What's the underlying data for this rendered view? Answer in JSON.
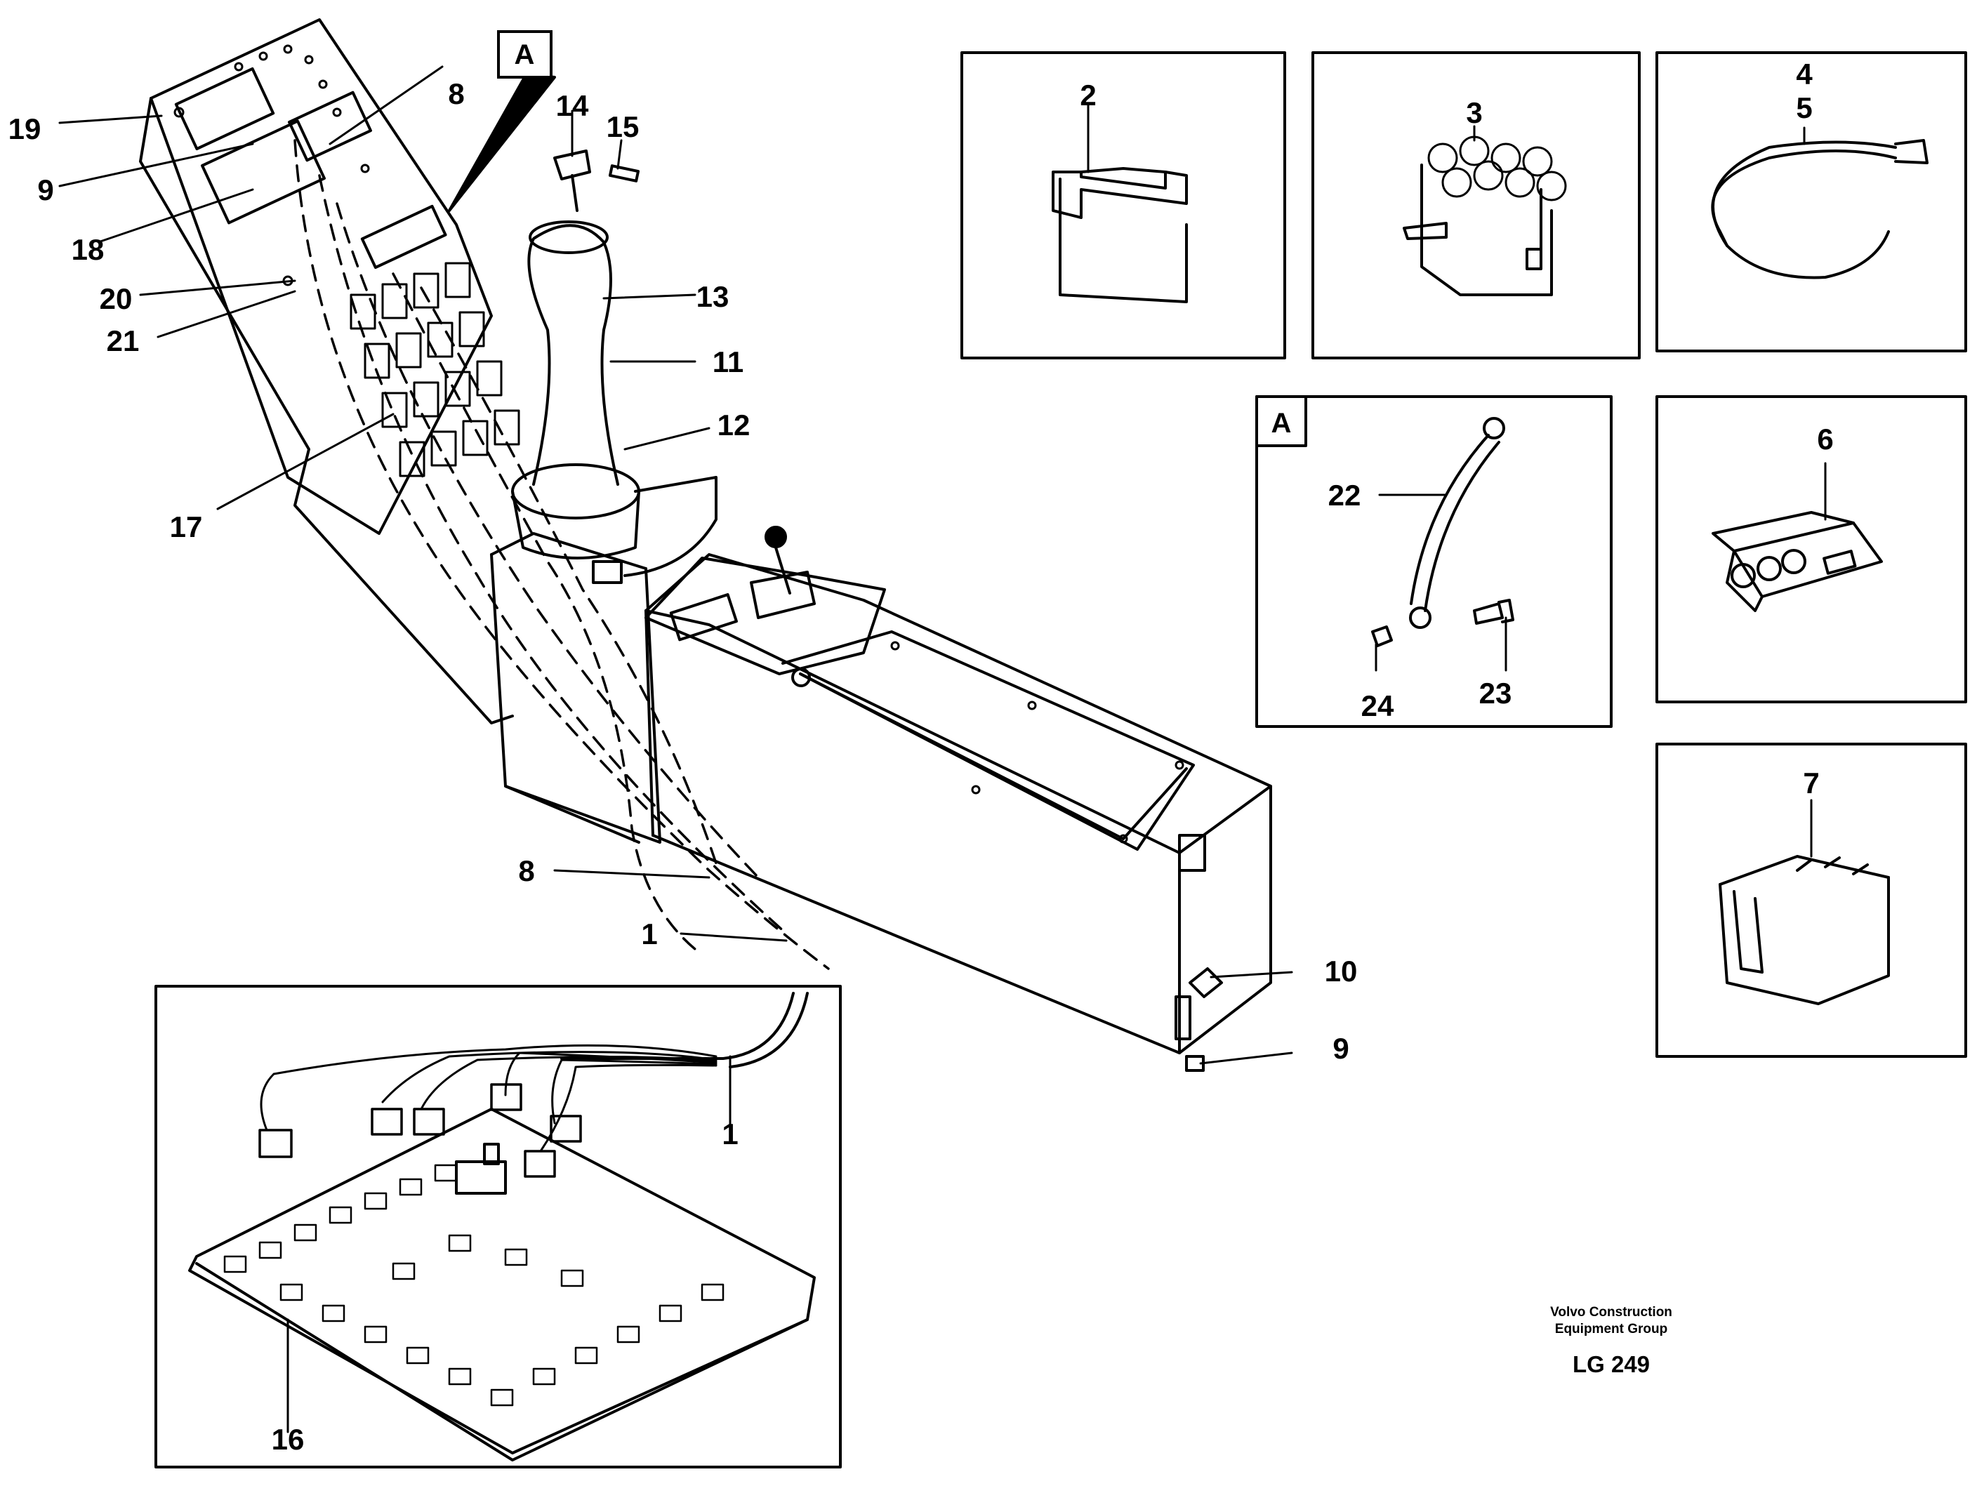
{
  "callouts": {
    "c1a": "1",
    "c1b": "1",
    "c2": "2",
    "c3": "3",
    "c4": "4",
    "c5": "5",
    "c6": "6",
    "c7": "7",
    "c8a": "8",
    "c8b": "8",
    "c9a": "9",
    "c9b": "9",
    "c10": "10",
    "c11": "11",
    "c12": "12",
    "c13": "13",
    "c14": "14",
    "c15": "15",
    "c16": "16",
    "c17": "17",
    "c18": "18",
    "c19": "19",
    "c20": "20",
    "c21": "21",
    "c22": "22",
    "c23": "23",
    "c24": "24"
  },
  "detail_marker": "A",
  "detail_frame_marker": "A",
  "publisher_line1": "Volvo Construction",
  "publisher_line2": "Equipment Group",
  "drawing_ref": "LG 249"
}
